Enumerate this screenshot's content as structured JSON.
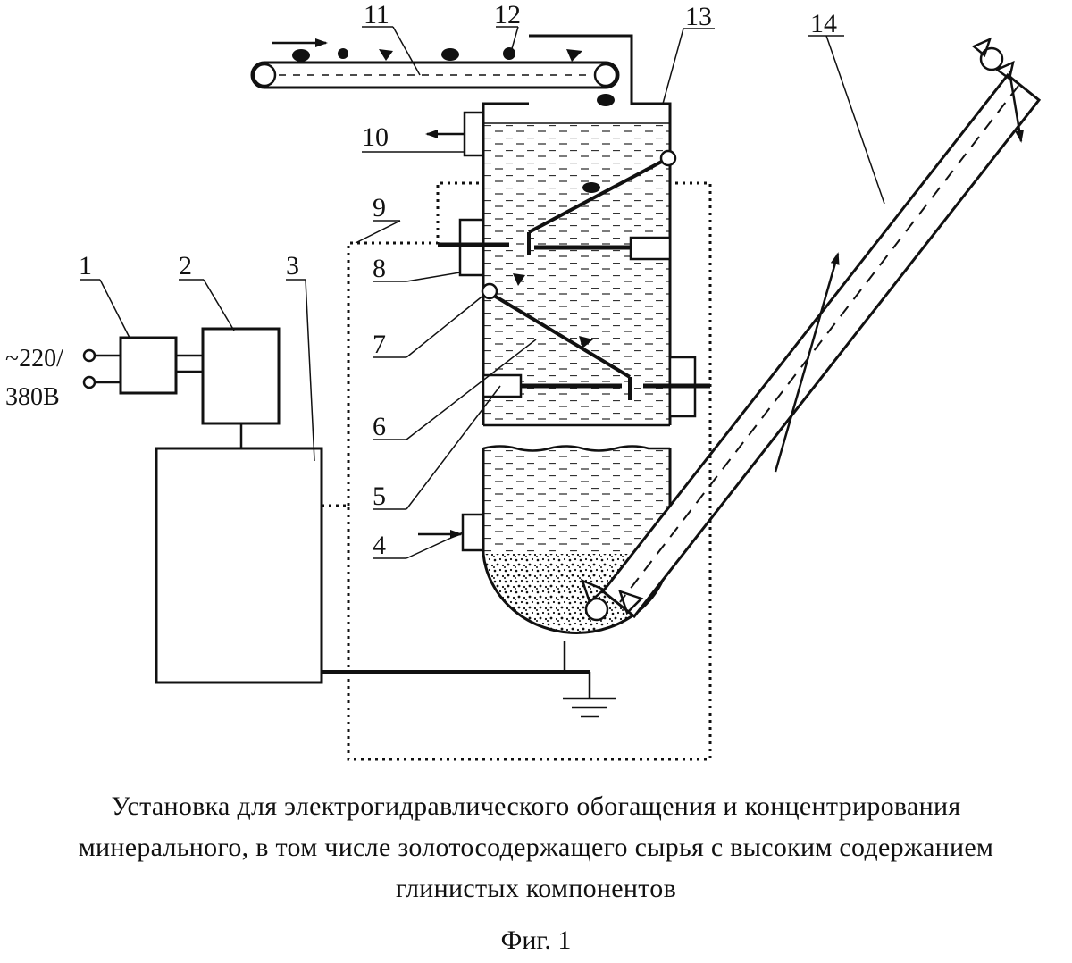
{
  "labels": {
    "n1": "1",
    "n2": "2",
    "n3": "3",
    "n4": "4",
    "n5": "5",
    "n6": "6",
    "n7": "7",
    "n8": "8",
    "n9": "9",
    "n10": "10",
    "n11": "11",
    "n12": "12",
    "n13": "13",
    "n14": "14"
  },
  "supply": {
    "line1": "~220/",
    "line2": "380В"
  },
  "caption": {
    "line1": "Установка для электрогидравлическогo обогащения и концентрирования",
    "line2": "минерального, в том числе золотосодержащего сырья с высоким содержанием",
    "line3": "глинистых компонентов",
    "fig": "Фиг. 1"
  }
}
